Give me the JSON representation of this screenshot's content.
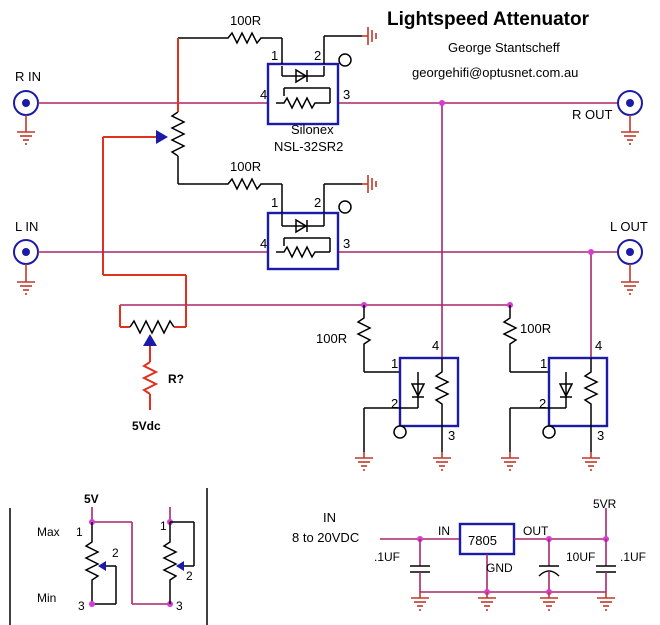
{
  "header": {
    "title": "Lightspeed Attenuator",
    "author": "George Stantscheff",
    "email": "georgehifi@optusnet.com.au"
  },
  "labels": {
    "r_in": "R IN",
    "r_out": "R  OUT",
    "l_in": "L IN",
    "l_out": "L OUT",
    "part_maker": "Silonex",
    "part_number": "NSL-32SR2",
    "supply": "5Vdc",
    "r_unknown": "R?",
    "res_100r": "100R"
  },
  "pins": {
    "p1": "1",
    "p2": "2",
    "p3": "3",
    "p4": "4"
  },
  "pot_inset": {
    "supply": "5V",
    "max": "Max",
    "min": "Min"
  },
  "regulator": {
    "in_label": "IN",
    "in_range": "8 to 20VDC",
    "ic": "7805",
    "pin_in": "IN",
    "pin_out": "OUT",
    "pin_gnd": "GND",
    "output": "5VR",
    "cap1": ".1UF",
    "cap2": "10UF",
    "cap3": ".1UF"
  }
}
